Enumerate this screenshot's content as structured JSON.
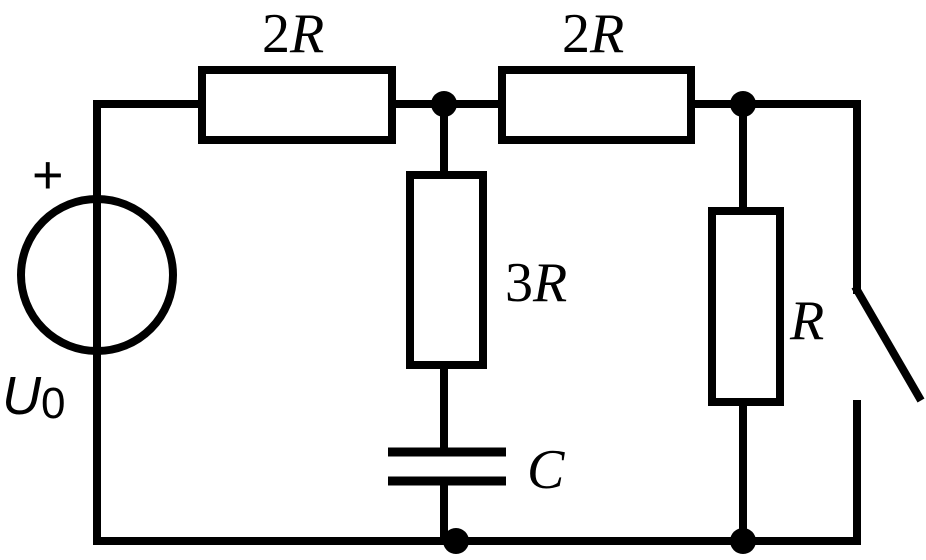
{
  "components": {
    "resistor_top_left": {
      "coef": "2",
      "sym": "R"
    },
    "resistor_top_right": {
      "coef": "2",
      "sym": "R"
    },
    "resistor_middle": {
      "coef": "3",
      "sym": "R"
    },
    "resistor_right": {
      "coef": "",
      "sym": "R"
    },
    "capacitor": {
      "sym": "C"
    },
    "source": {
      "polarity": "+",
      "sym": "U",
      "sub": "0"
    }
  }
}
